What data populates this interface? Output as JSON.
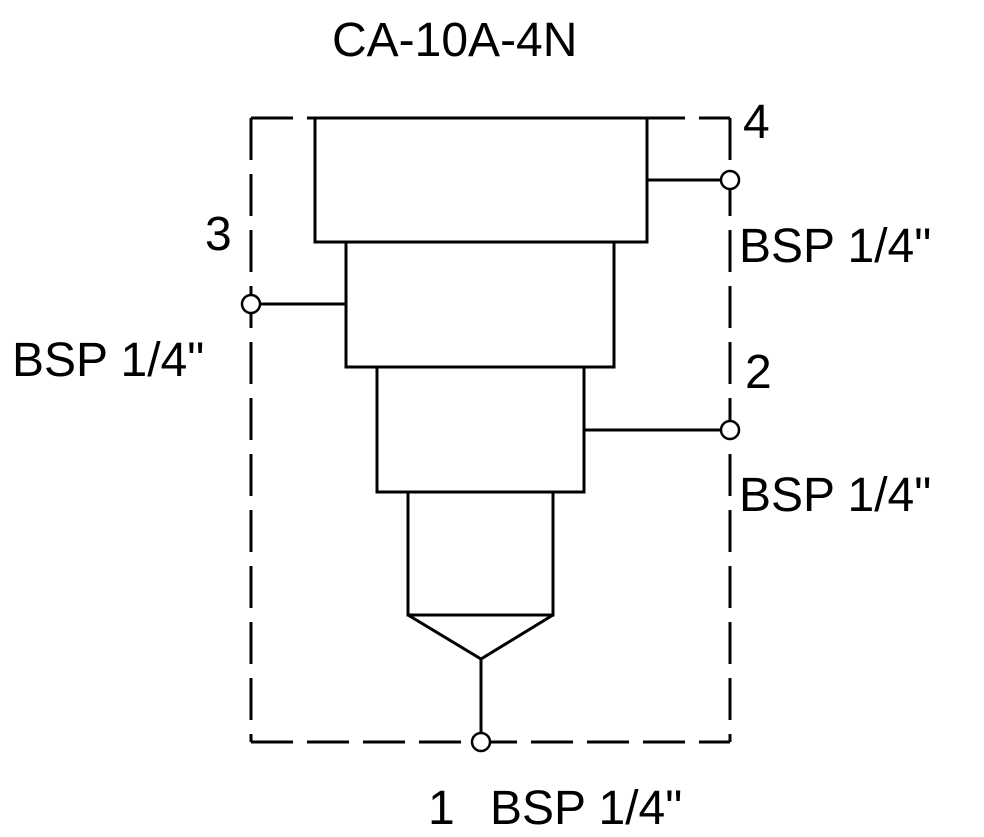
{
  "title": "CA-10A-4N",
  "ports": [
    {
      "number": "4",
      "thread": "BSP 1/4\""
    },
    {
      "number": "3",
      "thread": "BSP 1/4\""
    },
    {
      "number": "2",
      "thread": "BSP 1/4\""
    },
    {
      "number": "1",
      "thread": "BSP 1/4\""
    }
  ],
  "colors": {
    "line": "#000000",
    "background": "#ffffff"
  }
}
